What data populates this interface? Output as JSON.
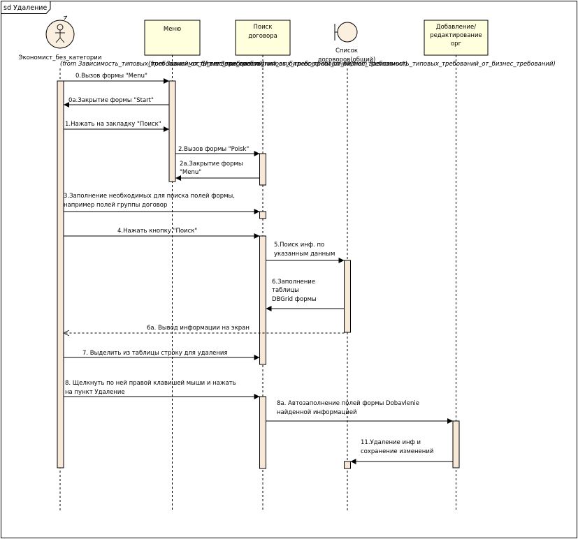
{
  "frame": {
    "title": "sd Удаление"
  },
  "participants": {
    "actor": {
      "name": "Экономист_без_категории",
      "stereotype": "(from Зависимость_типовых_требований_от_бизнес_требований)"
    },
    "menu": {
      "name": "Меню",
      "stereotype": "(from Зависимость_типовых_требований_от_бизнес_требований)"
    },
    "search": {
      "line1": "Поиск",
      "line2": "договора",
      "stereotype": "(from Зависимость_типовых_требований_от_бизнес_требований)"
    },
    "list": {
      "line1": "Список",
      "line2": "договоров(общий)",
      "stereotype": "(from Зависимость_типовых_требований_от_бизнес_требований)"
    },
    "edit": {
      "line1": "Добавление/",
      "line2": "редактирование",
      "line3": "орг"
    }
  },
  "messages": {
    "m0": "0.Вызов формы \"Menu\"",
    "m0a": "0а.Закрытие формы \"Start\"",
    "m1": "1.Нажать на закладку \"Поиск\"",
    "m2": "2.Вызов формы \"Poisk\"",
    "m2a_1": "2а.Закрытие формы",
    "m2a_2": "\"Menu\"",
    "m3_1": "3.Заполнение необходимых для поиска полей формы,",
    "m3_2": "например полей группы договор",
    "m4": "4.Нажать кнопку \"Поиск\"",
    "m5_1": "5.Поиск инф. по",
    "m5_2": "указанным данным",
    "m6_1": "6.Заполнение",
    "m6_2": "таблицы",
    "m6_3": "DBGrid формы",
    "m6a": "6а. Вывод информации на экран",
    "m7": "7. Выделить из таблицы строку для удаления",
    "m8_1": "8. Щелкнуть по ней правой клавишей мыши и нажать",
    "m8_2": "на пункт Удаление",
    "m8a_1": "8а. Автозаполнение полей формы Dobavlenie",
    "m8a_2": "найденной информацией",
    "m11_1": "11.Удаление инф и",
    "m11_2": "сохранение изменений"
  },
  "colors": {
    "participant_fill": "#ffffdd",
    "activation_fill": "#f8e8d8",
    "line": "#000000",
    "actor_fill": "#fbf0e0"
  }
}
